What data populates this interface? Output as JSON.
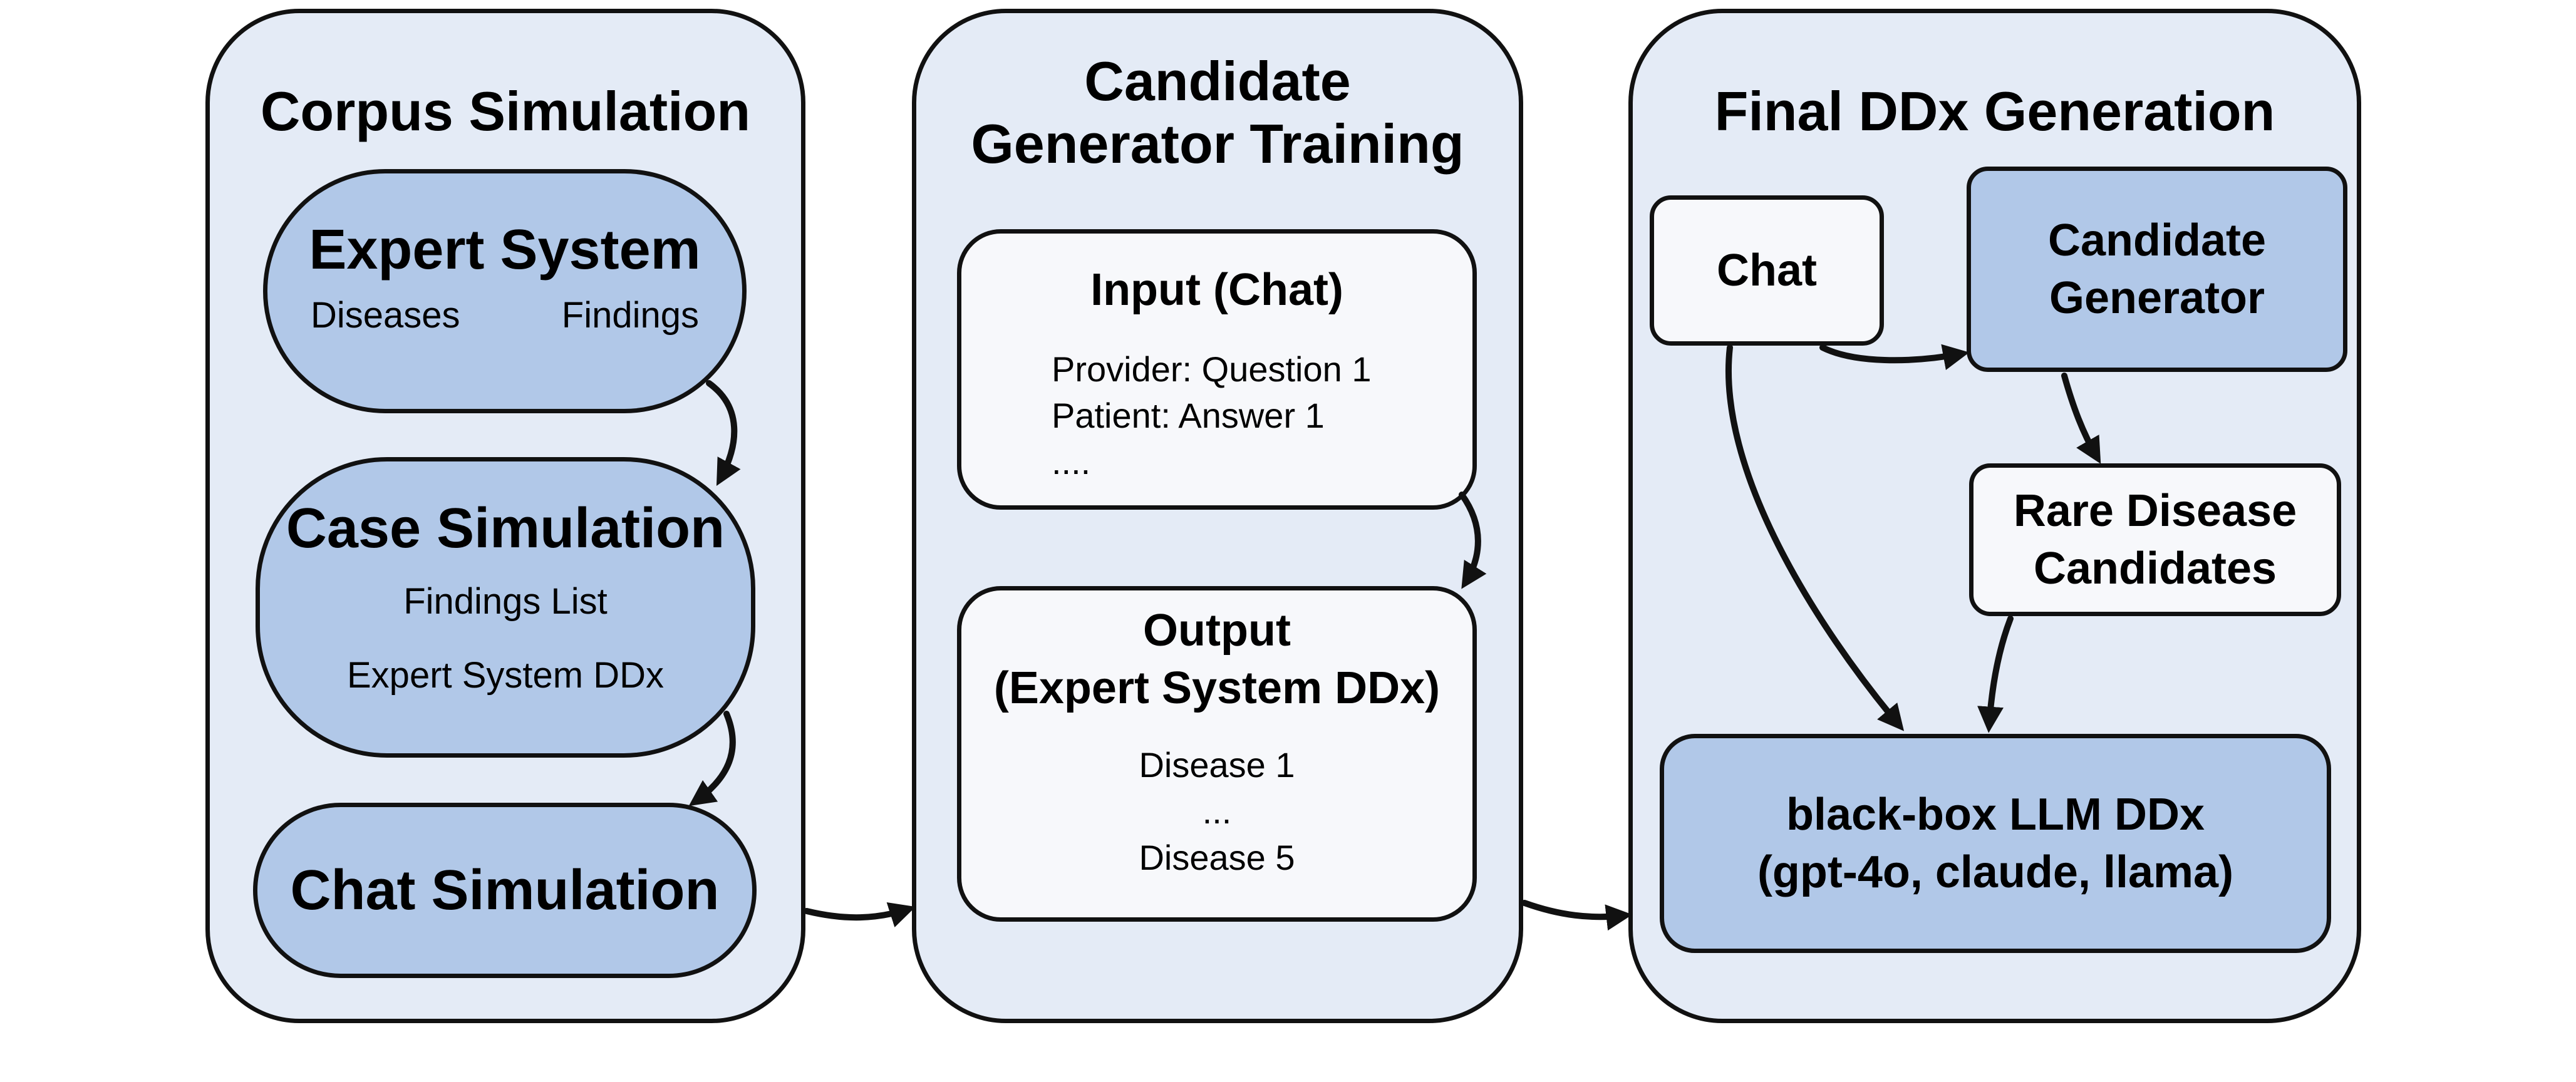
{
  "corpus_panel": {
    "title": "Corpus Simulation",
    "expert_system": {
      "title": "Expert System",
      "left_label": "Diseases",
      "right_label": "Findings"
    },
    "case_simulation": {
      "title": "Case Simulation",
      "line1": "Findings List",
      "line2": "Expert System DDx"
    },
    "chat_simulation": {
      "title": "Chat Simulation"
    }
  },
  "training_panel": {
    "title_line1": "Candidate",
    "title_line2": "Generator Training",
    "input": {
      "title": "Input (Chat)",
      "line1": "Provider: Question 1",
      "line2": "Patient: Answer 1",
      "line3": "...."
    },
    "output": {
      "title_line1": "Output",
      "title_line2": "(Expert System DDx)",
      "line1": "Disease 1",
      "line2": "...",
      "line3": "Disease 5"
    }
  },
  "final_panel": {
    "title": "Final DDx Generation",
    "chat": {
      "label": "Chat"
    },
    "candidate_generator": {
      "line1": "Candidate",
      "line2": "Generator"
    },
    "rare_disease": {
      "line1": "Rare Disease",
      "line2": "Candidates"
    },
    "llm": {
      "line1": "black-box LLM DDx",
      "line2": "(gpt-4o, claude, llama)"
    }
  },
  "colors": {
    "panel_fill": "#e4ebf6",
    "node_fill": "#b1c8e8",
    "card_fill": "#f7f8fb",
    "stroke": "#111111"
  }
}
